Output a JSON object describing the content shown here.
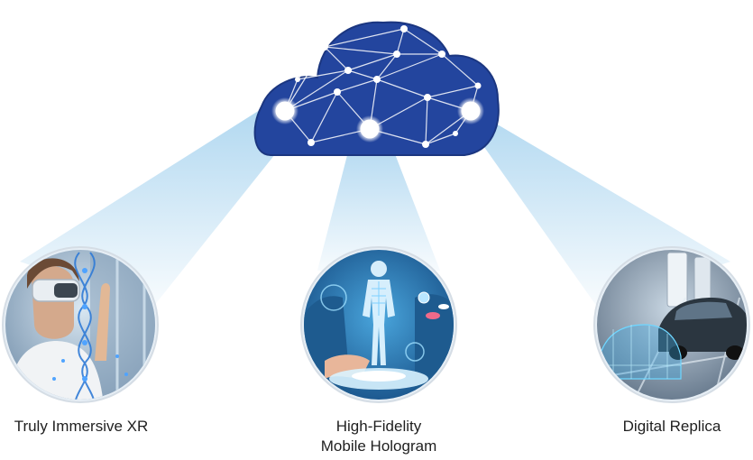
{
  "colors": {
    "cloud": "#23459e",
    "cloud_edge": "#1b3680",
    "beam": "#a9d4ef",
    "node": "#ffffff",
    "text": "#1f1f1f"
  },
  "cloud": {
    "icon": "network-cloud-icon"
  },
  "items": [
    {
      "id": "xr",
      "label_lines": [
        "Truly Immersive XR"
      ],
      "icon": "vr-headset-photo"
    },
    {
      "id": "hologram",
      "label_lines": [
        "High-Fidelity",
        "Mobile Hologram"
      ],
      "icon": "hologram-body-photo"
    },
    {
      "id": "replica",
      "label_lines": [
        "Digital Replica"
      ],
      "icon": "digital-car-photo"
    }
  ]
}
